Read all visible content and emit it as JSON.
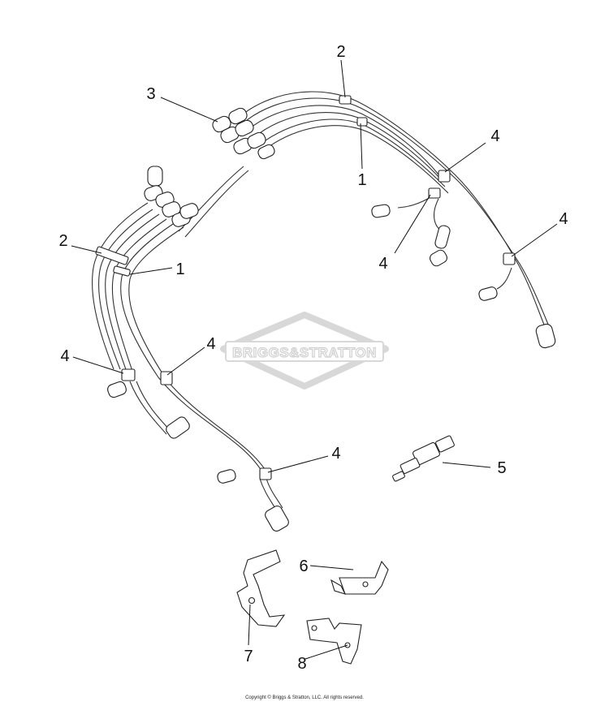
{
  "watermark": {
    "brand": "BRIGGS&STRATTON"
  },
  "callouts": [
    {
      "id": "c-2-top",
      "label": "2"
    },
    {
      "id": "c-3",
      "label": "3"
    },
    {
      "id": "c-1-top",
      "label": "1"
    },
    {
      "id": "c-4-top-right",
      "label": "4"
    },
    {
      "id": "c-4-right",
      "label": "4"
    },
    {
      "id": "c-4-mid-right",
      "label": "4"
    },
    {
      "id": "c-2-left",
      "label": "2"
    },
    {
      "id": "c-1-left",
      "label": "1"
    },
    {
      "id": "c-4-left",
      "label": "4"
    },
    {
      "id": "c-4-center",
      "label": "4"
    },
    {
      "id": "c-4-bottom",
      "label": "4"
    },
    {
      "id": "c-5",
      "label": "5"
    },
    {
      "id": "c-6",
      "label": "6"
    },
    {
      "id": "c-7",
      "label": "7"
    },
    {
      "id": "c-8",
      "label": "8"
    }
  ],
  "footer": {
    "copyright": "Copyright © Briggs & Stratton, LLC. All rights reserved."
  }
}
